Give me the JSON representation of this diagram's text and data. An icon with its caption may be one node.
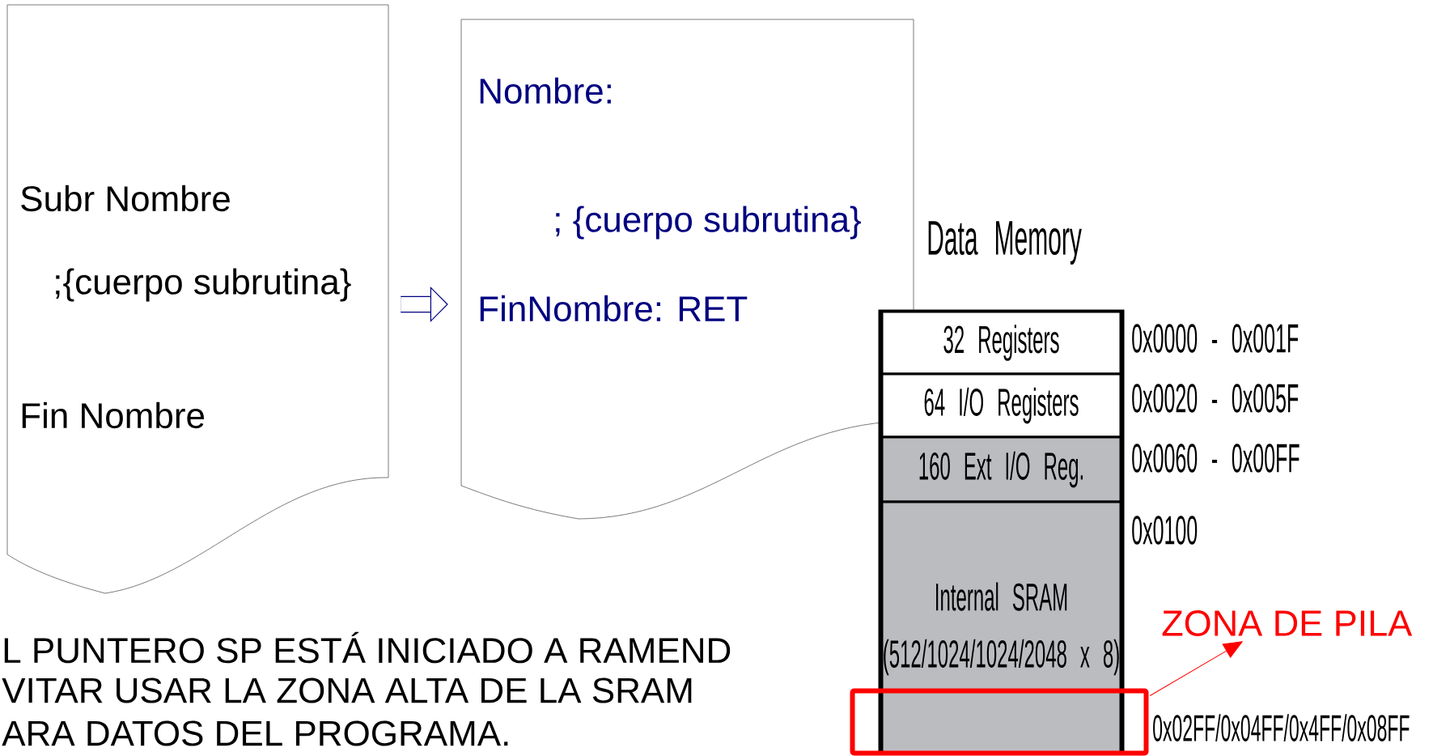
{
  "diagram": {
    "nodes": [
      {
        "text": [
          "Subr Nombre",
          ";{cuerpo subrutina}",
          "Fin Nombre"
        ]
      },
      {
        "text": [
          "Nombre:",
          "; {cuerpo subrutina}",
          "FinNombre:  RET"
        ]
      },
      {
        "text": [
          "32 Registers"
        ]
      },
      {
        "text": [
          "64 I/O Registers"
        ]
      },
      {
        "text": [
          "160 Ext I/O Reg."
        ]
      },
      {
        "text": [
          "Internal SRAM",
          "(512/1024/1024/2048 x 8)"
        ]
      },
      {
        "text": [],
        "shape": "box"
      },
      {
        "text": [
          "ZONA DE PILA"
        ]
      }
    ],
    "edges": [
      {
        "from": 0,
        "to": 1,
        "arrow": "to",
        "style": "thick"
      },
      {
        "from": 6,
        "to": 7,
        "arrow": "to",
        "color": "#ff0000"
      }
    ],
    "labels": [
      "Data Memory",
      "0x0000 - 0x001F",
      "0x0020 - 0x005F",
      "0x0060 - 0x00FF",
      "0x0100",
      "0x02FF/0x04FF/0x4FF/0x08FF",
      "L PUNTERO SP ESTÁ INICIADO A RAMEND",
      "VITAR USAR LA ZONA ALTA DE LA SRAM",
      "ARA DATOS DEL PROGRAMA."
    ]
  }
}
